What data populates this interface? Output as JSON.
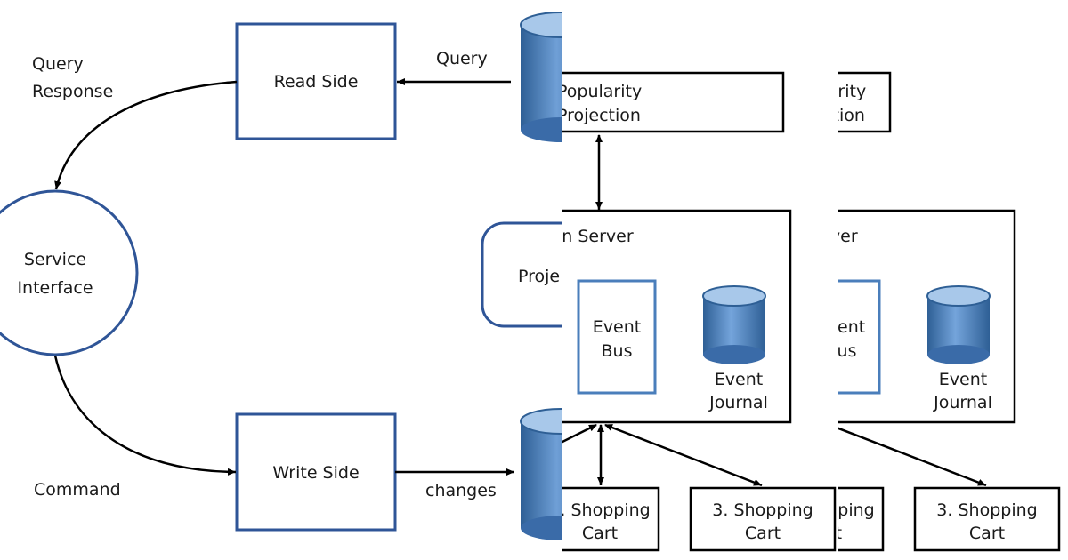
{
  "left": {
    "read_side": "Read Side",
    "write_side": "Write Side",
    "service_interface_line1": "Service",
    "service_interface_line2": "Interface",
    "query_response_line1": "Query",
    "query_response_line2": "Response",
    "query": "Query",
    "command": "Command",
    "changes": "changes",
    "projection_partial": "Proje"
  },
  "overlay": {
    "popularity_line1": "Popularity",
    "popularity_line2": "Projection",
    "axon_server": "Axon Server",
    "event_bus_line1": "Event",
    "event_bus_line2": "Bus",
    "event_journal_line1": "Event",
    "event_journal_line2": "Journal",
    "cart_line1": "3. Shopping",
    "cart_line2": "Cart"
  },
  "colors": {
    "accent_blue": "#2f5597",
    "cylinder_body": "#4a7ebb",
    "cylinder_top": "#9dc3e6",
    "line": "#000000"
  }
}
